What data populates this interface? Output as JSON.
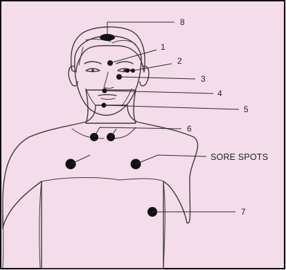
{
  "colors": {
    "background": "#f5dcea",
    "figure_fill": "#ffffff",
    "line": "#3a3a3a",
    "spot": "#111111",
    "border": "#000000"
  },
  "labels": {
    "p1": "1",
    "p2": "2",
    "p3": "3",
    "p4": "4",
    "p5": "5",
    "p6": "6",
    "p7": "7",
    "p8": "8",
    "sore_spots": "SORE SPOTS"
  }
}
